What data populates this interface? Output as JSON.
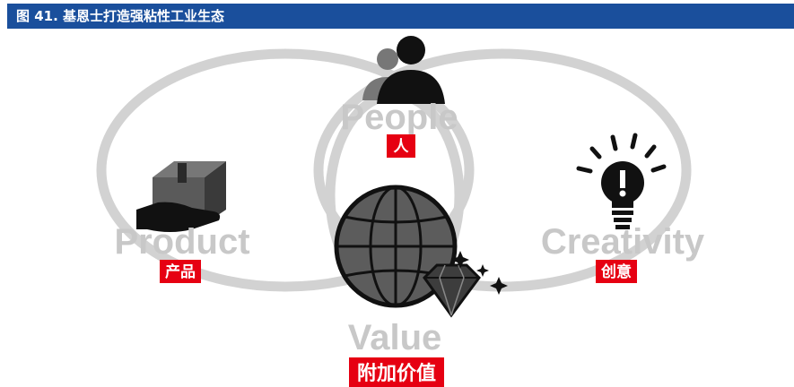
{
  "title": "图 41. 基恩士打造强粘性工业生态",
  "nodes": [
    {
      "id": "people",
      "en": "People",
      "zh": "人",
      "icon": "people-icon"
    },
    {
      "id": "product",
      "en": "Product",
      "zh": "产品",
      "icon": "product-box-hand-icon"
    },
    {
      "id": "creativity",
      "en": "Creativity",
      "zh": "创意",
      "icon": "lightbulb-icon"
    },
    {
      "id": "value",
      "en": "Value",
      "zh": "附加价值",
      "icon": "globe-diamond-icon"
    }
  ],
  "colors": {
    "header": "#1a4f9c",
    "tag": "#e60012",
    "ring": "#d2d2d2",
    "word": "#c8c8c8",
    "icon": "#333333"
  }
}
